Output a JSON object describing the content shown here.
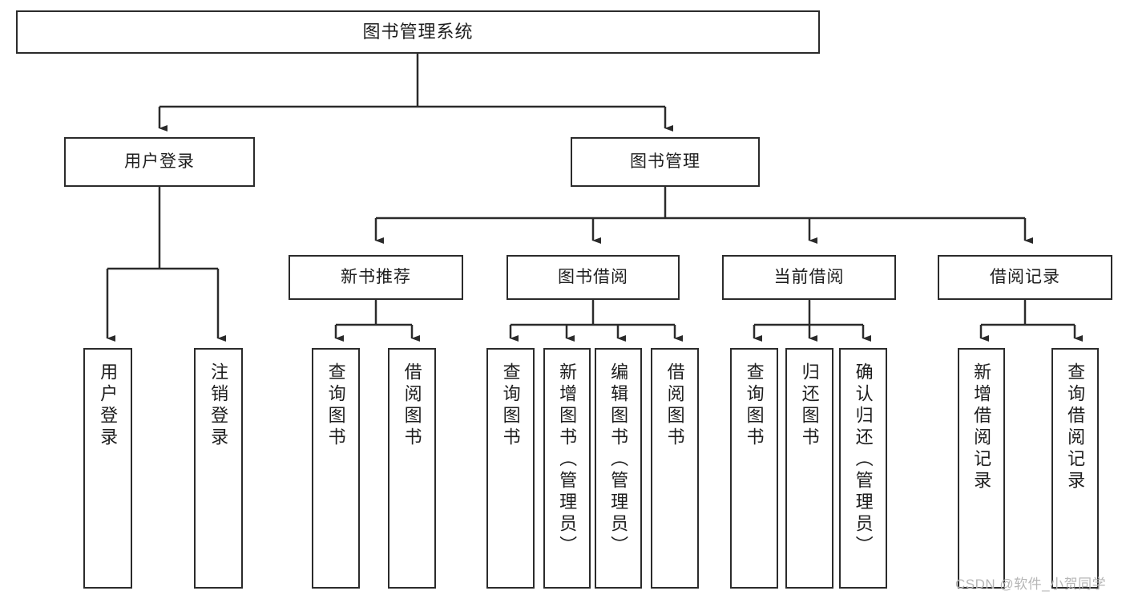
{
  "diagram": {
    "title": "图书管理系统",
    "watermark": "CSDN @软件_小贺同学",
    "line_color": "#2b2b2b",
    "box_fill": "#ffffff",
    "text_color": "#1d1d1d"
  },
  "nodes": {
    "root": {
      "label": "图书管理系统"
    },
    "level2": [
      {
        "label": "用户登录"
      },
      {
        "label": "图书管理"
      }
    ],
    "level3": [
      {
        "label": "新书推荐"
      },
      {
        "label": "图书借阅"
      },
      {
        "label": "当前借阅"
      },
      {
        "label": "借阅记录"
      }
    ],
    "leaves": {
      "user_login": [
        {
          "label": "用户登录"
        },
        {
          "label": "注销登录"
        }
      ],
      "new_book": [
        {
          "label": "查询图书"
        },
        {
          "label": "借阅图书"
        }
      ],
      "book_borrow": [
        {
          "label": "查询图书"
        },
        {
          "label": "新增图书（管理员）"
        },
        {
          "label": "编辑图书（管理员）"
        },
        {
          "label": "借阅图书"
        }
      ],
      "current_borrow": [
        {
          "label": "查询图书"
        },
        {
          "label": "归还图书"
        },
        {
          "label": "确认归还（管理员）"
        }
      ],
      "borrow_record": [
        {
          "label": "新增借阅记录"
        },
        {
          "label": "查询借阅记录"
        }
      ]
    }
  }
}
